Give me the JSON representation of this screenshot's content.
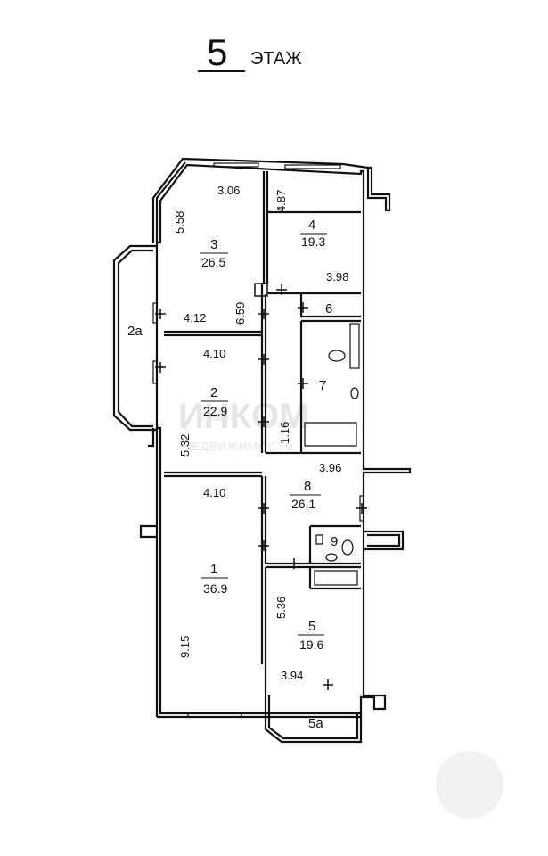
{
  "title": {
    "floor_number": "5",
    "floor_word": "ЭТАЖ"
  },
  "rooms": [
    {
      "id": "1",
      "number": "1",
      "area": "36.9"
    },
    {
      "id": "2",
      "number": "2",
      "area": "22.9"
    },
    {
      "id": "3",
      "number": "3",
      "area": "26.5"
    },
    {
      "id": "4",
      "number": "4",
      "area": "19.3"
    },
    {
      "id": "5",
      "number": "5",
      "area": "19.6"
    },
    {
      "id": "6",
      "number": "6"
    },
    {
      "id": "7",
      "number": "7"
    },
    {
      "id": "8",
      "number": "8",
      "area": "26.1"
    },
    {
      "id": "9",
      "number": "9"
    },
    {
      "id": "2a",
      "number": "2a"
    },
    {
      "id": "5a",
      "number": "5a"
    }
  ],
  "dimensions": {
    "r3_top": "3.06",
    "r3_left": "5.58",
    "r3_bottom": "4.12",
    "r3_right": "6.59",
    "r4_left": "4.87",
    "r4_bottom": "3.98",
    "r2_top": "4.10",
    "r2_left": "5.32",
    "corridor": "1.16",
    "r8_top": "3.96",
    "r1_top": "4.10",
    "r1_left": "9.15",
    "r5_left": "5.36",
    "r5_bottom": "3.94"
  },
  "watermark": {
    "main": "ИНКОМ",
    "sub": "НЕДВИЖИМОСТЬ"
  }
}
